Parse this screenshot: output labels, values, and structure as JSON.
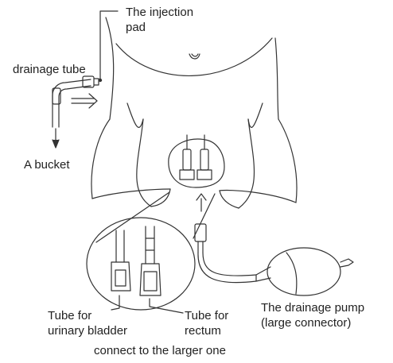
{
  "labels": {
    "injection_pad": [
      "The injection",
      "pad"
    ],
    "drainage_tube": "drainage tube",
    "bucket": "A bucket",
    "tube_bladder": [
      "Tube for",
      "urinary bladder"
    ],
    "tube_rectum": [
      "Tube for",
      "rectum"
    ],
    "drainage_pump": [
      "The drainage pump",
      "(large connector)"
    ],
    "footer": "connect to the larger one"
  },
  "colors": {
    "line": "#333333",
    "background": "#ffffff"
  }
}
